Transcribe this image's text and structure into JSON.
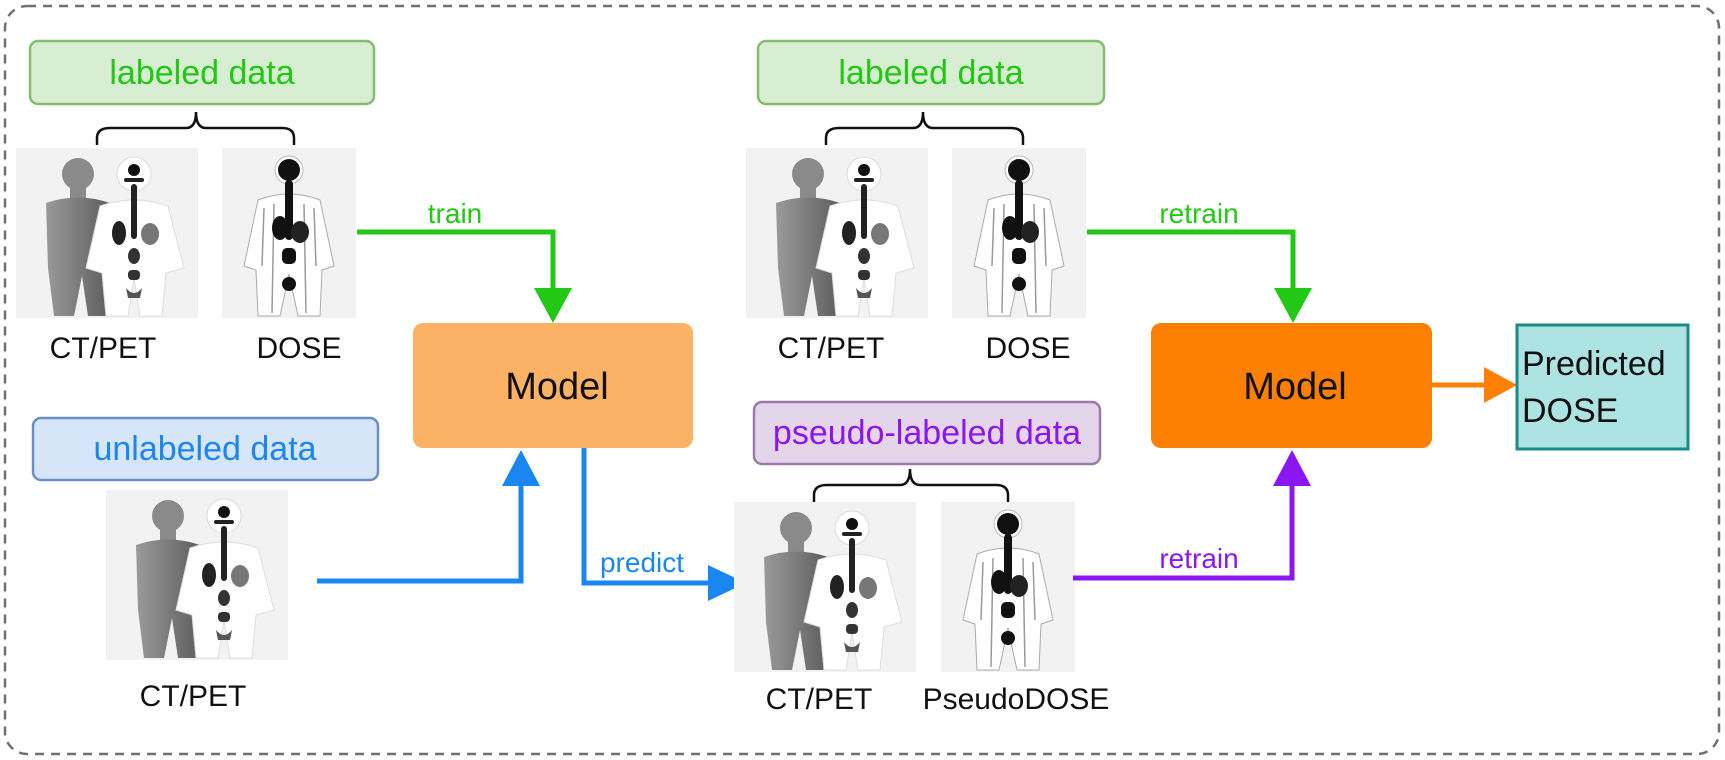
{
  "colors": {
    "green": "#22c814",
    "blue": "#1a86f2",
    "purple": "#8a16f2",
    "orange_light": "#fbb265",
    "orange_dark": "#fd8002",
    "teal_fill": "#aee3e3",
    "teal_stroke": "#1a8a8a"
  },
  "left": {
    "labeled_tag": "labeled data",
    "ctpet_caption": "CT/PET",
    "dose_caption": "DOSE",
    "train_label": "train",
    "unlabeled_tag": "unlabeled data",
    "unlabeled_ctpet_caption": "CT/PET",
    "model_label": "Model",
    "predict_label": "predict"
  },
  "right": {
    "labeled_tag": "labeled data",
    "ctpet_caption": "CT/PET",
    "dose_caption": "DOSE",
    "retrain_top_label": "retrain",
    "pseudo_tag": "pseudo-labeled data",
    "pseudo_ctpet_caption": "CT/PET",
    "pseudo_dose_caption": "PseudoDOSE",
    "retrain_bottom_label": "retrain",
    "model_label": "Model",
    "output_line1": "Predicted",
    "output_line2": "DOSE"
  }
}
